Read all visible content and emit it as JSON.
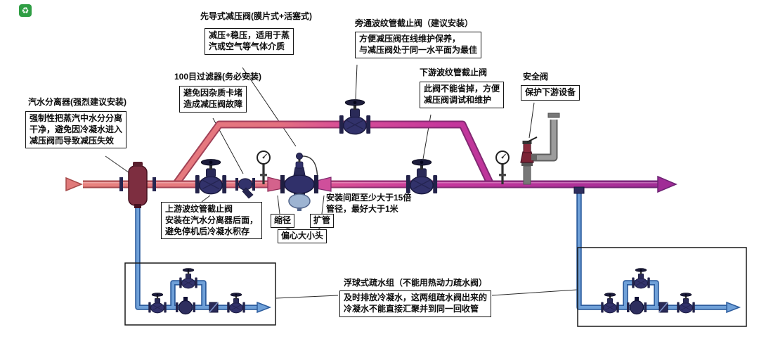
{
  "watermark": {
    "glyph": "♻"
  },
  "labels": {
    "separator": {
      "title": "汽水分离器(强烈建议安装)",
      "note": "强制性把蒸汽中水分分离\n干净，避免因冷凝水进入\n减压阀而导致减压失效"
    },
    "prv": {
      "title": "先导式减压阀(膜片式+活塞式)",
      "note": "减压+稳压，适用于蒸\n汽或空气等气体介质"
    },
    "strainer": {
      "title": "100目过滤器(务必安装)",
      "note": "避免因杂质卡堵\n造成减压阀故障"
    },
    "bypass_valve": {
      "title": "旁通波纹管截止阀（建议安装）",
      "note": "方便减压阀在线维护保养，\n与减压阀处于同一水平面为最佳"
    },
    "downstream_valve": {
      "title": "下游波纹管截止阀",
      "note": "此阀不能省掉，方便\n减压阀调试和维护"
    },
    "safety_valve": {
      "title": "安全阀",
      "note": "保护下游设备"
    },
    "upstream_valve": {
      "note": "上游波纹管截止阀\n安装在汽水分离器后面，\n避免停机后冷凝水积存"
    },
    "spacing_note": "安装间距至少大于15倍\n管径，最好大于1米",
    "reducer": {
      "shrink": "缩径",
      "expand": "扩管",
      "eccentric": "偏心大小头"
    },
    "trap_group": {
      "title": "浮球式疏水组（不能用热动力疏水阀）",
      "note": "及时排放冷凝水，这两组疏水阀出来的\n冷凝水不能直接汇聚并到同一回收管"
    }
  },
  "colors": {
    "pipe_upstream": "#e8837e",
    "pipe_downstream": "#a02c96",
    "drain_pipe": "#6fa0d8",
    "valve_body": "#32326b",
    "separator_body": "#7d2e40",
    "safety_valve_body": "#7c2436",
    "vent_pipe": "#9c9c9c",
    "label_border": "#161616",
    "watermark_green": "#2f9e44"
  }
}
